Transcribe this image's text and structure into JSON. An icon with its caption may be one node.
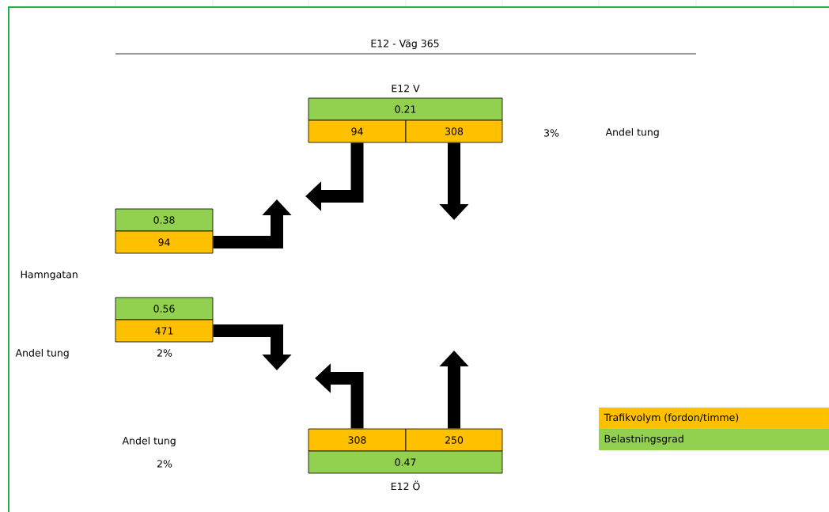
{
  "diagram": {
    "title": "E12 - Väg 365",
    "nodes": [
      {
        "text": [
          "0.21"
        ],
        "beside": [
          "E12 V"
        ]
      },
      {
        "text": [
          "94"
        ]
      },
      {
        "text": [
          "308"
        ]
      },
      {
        "text": [
          "0.38"
        ]
      },
      {
        "text": [
          "94"
        ]
      },
      {
        "text": [
          "0.56"
        ]
      },
      {
        "text": [
          "471"
        ]
      },
      {
        "text": [
          "308"
        ]
      },
      {
        "text": [
          "250"
        ]
      },
      {
        "text": [
          "0.47"
        ],
        "beside": [
          "E12 Ö"
        ]
      }
    ],
    "edges": [
      {
        "from": 1,
        "to": null,
        "arrow": "to"
      },
      {
        "from": 2,
        "to": null,
        "arrow": "to"
      },
      {
        "from": 4,
        "to": null,
        "arrow": "to"
      },
      {
        "from": 6,
        "to": null,
        "arrow": "to"
      },
      {
        "from": 7,
        "to": null,
        "arrow": "to"
      },
      {
        "from": 8,
        "to": null,
        "arrow": "to"
      }
    ],
    "labels": [
      "3%",
      "Andel tung",
      "Hamngatan",
      "Andel tung",
      "2%",
      "Andel tung",
      "2%"
    ],
    "legend": [
      {
        "text": "Trafikvolym (fordon/timme)",
        "color": "#ffc000"
      },
      {
        "text": "Belastningsgrad",
        "color": "#92d050"
      }
    ]
  }
}
